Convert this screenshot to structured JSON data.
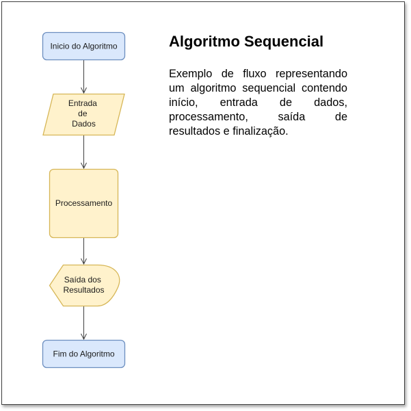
{
  "nodes": {
    "start": "Inicio do Algoritmo",
    "input": [
      "Entrada",
      "de",
      "Dados"
    ],
    "process": "Processamento",
    "output": [
      "Saída dos",
      "Resultados"
    ],
    "end": "Fim do Algoritmo"
  },
  "heading": "Algoritmo Sequencial",
  "description": "Exemplo de fluxo representando um algoritmo sequencial contendo início, entrada de dados, processamento, saída de resultados e finalização.",
  "colors": {
    "terminal_fill": "#dae8fc",
    "terminal_stroke": "#6c8ebf",
    "step_fill": "#fff2cc",
    "step_stroke": "#d6b656",
    "connector": "#3f3f3f"
  }
}
